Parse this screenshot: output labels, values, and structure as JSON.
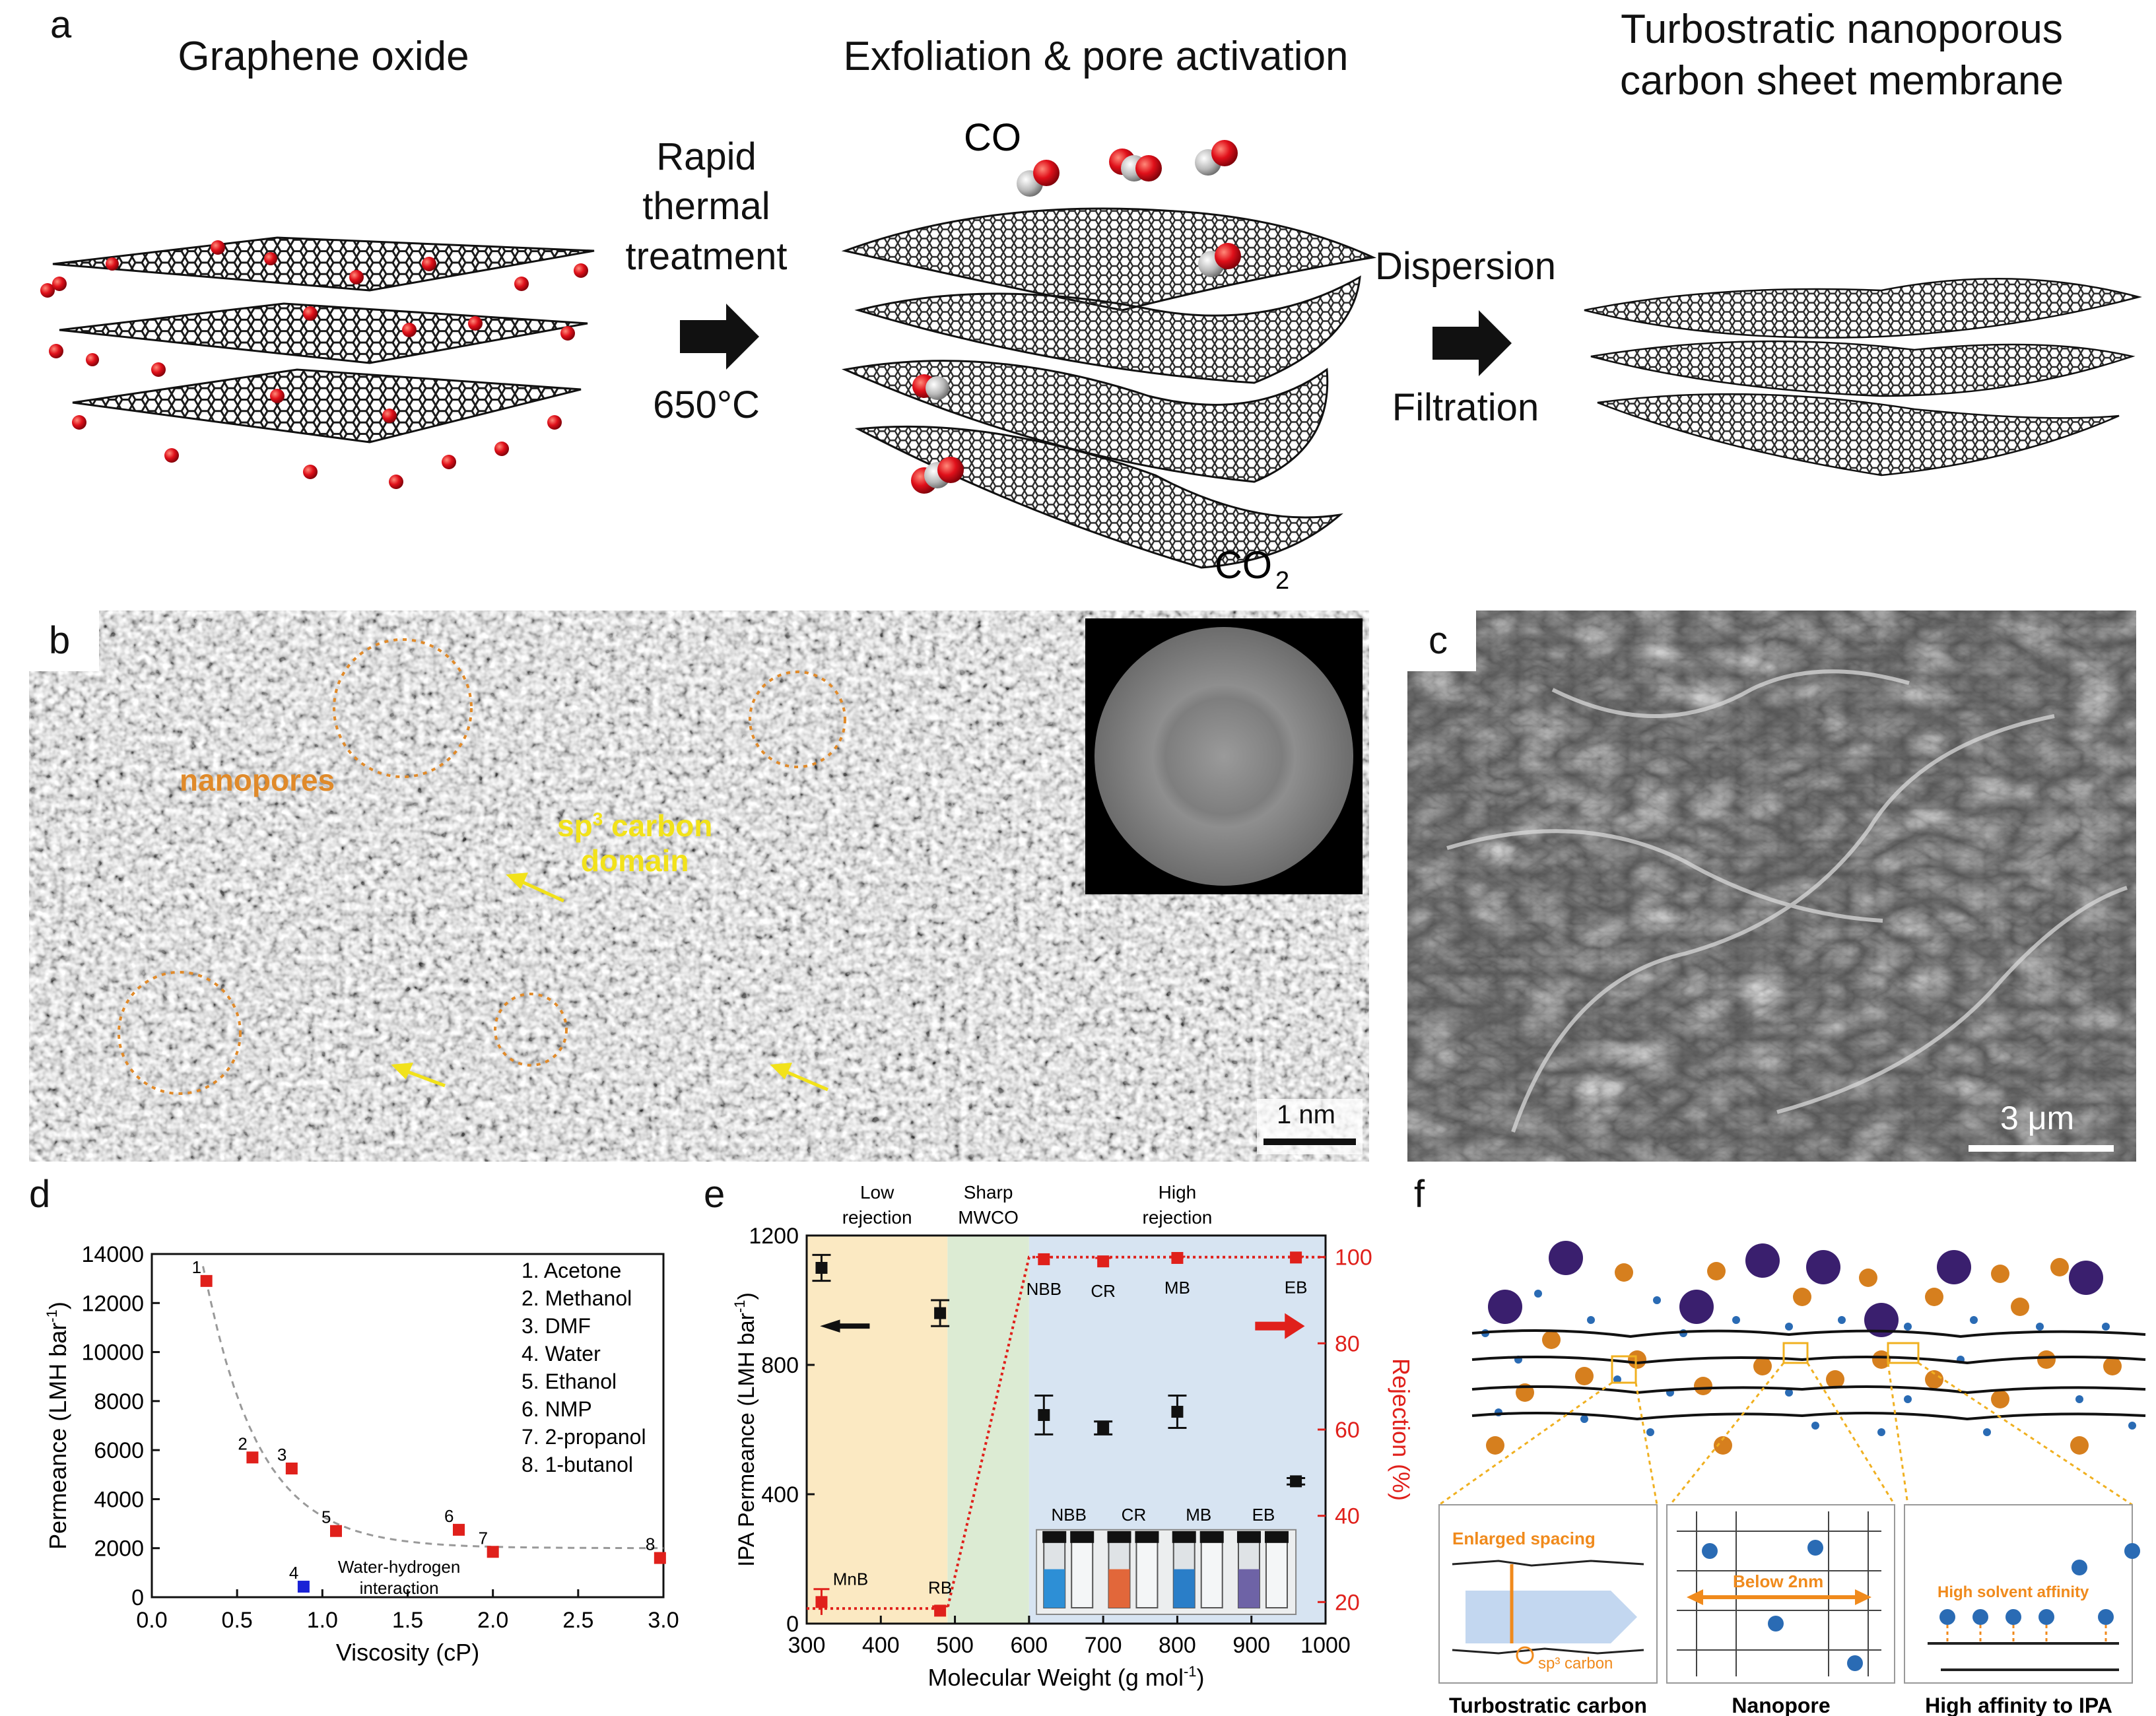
{
  "figure": {
    "panel_a": {
      "letter": "a",
      "title_go": "Graphene oxide",
      "title_exf": "Exfoliation & pore activation",
      "title_mem_1": "Turbostratic nanoporous",
      "title_mem_2": "carbon sheet membrane",
      "step1_line1": "Rapid",
      "step1_line2": "thermal",
      "step1_line3": "treatment",
      "step1_temp": "650°C",
      "gas_co": "CO",
      "gas_co2": "CO",
      "gas_co2_sub": "2",
      "step2_a": "Dispersion",
      "step2_b": "Filtration"
    },
    "panel_b": {
      "letter": "b",
      "nanopores_label": "nanopores",
      "sp3_label_pre": "sp",
      "sp3_label_sup": "3",
      "sp3_label_post": " carbon",
      "sp3_label_line2": "domain",
      "scale_bar": "1 nm"
    },
    "panel_c": {
      "letter": "c",
      "scale_bar": "3 μm"
    },
    "panel_d": {
      "letter": "d"
    },
    "panel_e": {
      "letter": "e",
      "region_low_1": "Low",
      "region_low_2": "rejection",
      "region_sharp_1": "Sharp",
      "region_sharp_2": "MWCO",
      "region_high_1": "High",
      "region_high_2": "rejection",
      "vial_labels": [
        "NBB",
        "CR",
        "MB",
        "EB"
      ]
    },
    "panel_f": {
      "letter": "f",
      "inset1_label": "Enlarged spacing",
      "inset1_sp3": "sp³ carbon",
      "inset2_label": "Below 2nm",
      "inset3_label": "High solvent affinity",
      "caption1": "Turbostratic carbon",
      "caption2": "Nanopore",
      "caption3": "High affinity to IPA"
    }
  },
  "chart_data": [
    {
      "type": "scatter",
      "panel": "d",
      "xlabel": "Viscosity (cP)",
      "ylabel": "Permeance (LMH bar",
      "ylabel_sup": "-1",
      "ylabel_end": ")",
      "xlim": [
        0.0,
        3.0
      ],
      "ylim": [
        0,
        14000
      ],
      "xticks": [
        "0.0",
        "0.5",
        "1.0",
        "1.5",
        "2.0",
        "2.5",
        "3.0"
      ],
      "yticks": [
        "0",
        "2000",
        "4000",
        "6000",
        "8000",
        "10000",
        "12000",
        "14000"
      ],
      "points": [
        {
          "id": "1",
          "x": 0.32,
          "y": 12900,
          "color": "#e0201b"
        },
        {
          "id": "2",
          "x": 0.59,
          "y": 5700,
          "color": "#e0201b"
        },
        {
          "id": "3",
          "x": 0.82,
          "y": 5250,
          "color": "#e0201b"
        },
        {
          "id": "4",
          "x": 0.89,
          "y": 430,
          "color": "#1a22d6"
        },
        {
          "id": "5",
          "x": 1.08,
          "y": 2700,
          "color": "#e0201b"
        },
        {
          "id": "6",
          "x": 1.8,
          "y": 2750,
          "color": "#e0201b"
        },
        {
          "id": "7",
          "x": 2.0,
          "y": 1850,
          "color": "#e0201b"
        },
        {
          "id": "8",
          "x": 2.98,
          "y": 1600,
          "color": "#e0201b"
        }
      ],
      "legend": [
        "1. Acetone",
        "2. Methanol",
        "3. DMF",
        "4. Water",
        "5. Ethanol",
        "6. NMP",
        "7. 2-propanol",
        "8. 1-butanol"
      ],
      "annotation_1": "Water-hydrogen",
      "annotation_2": "interaction"
    },
    {
      "type": "scatter",
      "panel": "e",
      "xlabel": "Molecular Weight (g mol",
      "xlabel_sup": "-1",
      "xlabel_end": ")",
      "ylabel": "IPA Permeance (LMH bar",
      "ylabel_sup": "-1",
      "ylabel_end": ")",
      "y2label": "Rejection (%)",
      "xlim": [
        300,
        1000
      ],
      "ylim": [
        0,
        1200
      ],
      "y2lim": [
        15,
        105
      ],
      "xticks": [
        "300",
        "400",
        "500",
        "600",
        "700",
        "800",
        "900",
        "1000"
      ],
      "yticks": [
        "0",
        "400",
        "800",
        "1200"
      ],
      "y2ticks": [
        "20",
        "40",
        "60",
        "80",
        "100"
      ],
      "regions": [
        {
          "from": 300,
          "to": 490,
          "color": "#fbe9c2"
        },
        {
          "from": 490,
          "to": 600,
          "color": "#dcebd3"
        },
        {
          "from": 600,
          "to": 1000,
          "color": "#d7e4f2"
        }
      ],
      "permeance": [
        {
          "x": 320,
          "y": 1100,
          "err": 40
        },
        {
          "x": 480,
          "y": 960,
          "err": 40
        },
        {
          "x": 620,
          "y": 645,
          "err": 60
        },
        {
          "x": 700,
          "y": 605,
          "err": 20
        },
        {
          "x": 800,
          "y": 655,
          "err": 50
        },
        {
          "x": 960,
          "y": 440,
          "err": 10
        }
      ],
      "rejection": [
        {
          "x": 320,
          "y": 20,
          "err": 3,
          "label": "MnB"
        },
        {
          "x": 480,
          "y": 18,
          "err": 1,
          "label": "RB"
        },
        {
          "x": 620,
          "y": 99.5,
          "err": 0.5,
          "label": "NBB"
        },
        {
          "x": 700,
          "y": 99,
          "err": 0.8,
          "label": "CR"
        },
        {
          "x": 800,
          "y": 99.8,
          "err": 0.3,
          "label": "MB"
        },
        {
          "x": 960,
          "y": 99.9,
          "err": 0.2,
          "label": "EB"
        }
      ],
      "rejection_line": [
        [
          300,
          18.5
        ],
        [
          490,
          18.5
        ],
        [
          600,
          100
        ],
        [
          1000,
          100
        ]
      ],
      "colors": {
        "permeance": "#111111",
        "rejection": "#e0201b"
      }
    }
  ]
}
